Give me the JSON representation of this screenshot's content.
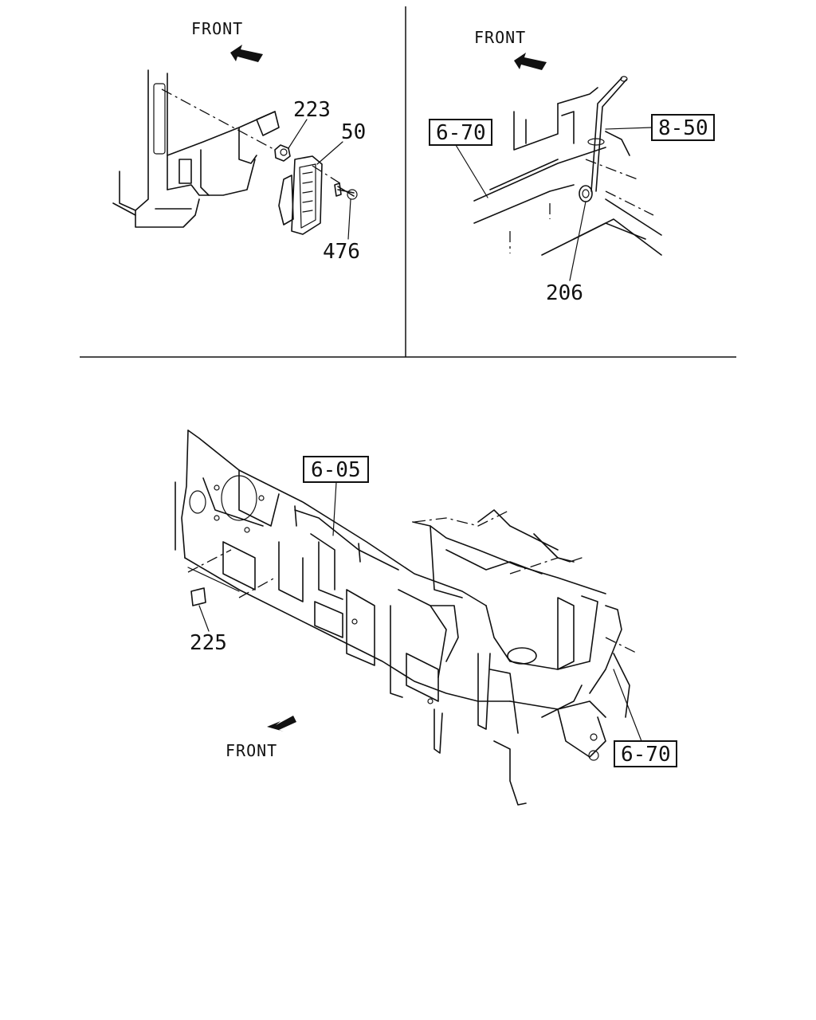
{
  "panels": {
    "top_left": {
      "front_label": "FRONT",
      "callouts": [
        "223",
        "50",
        "476"
      ]
    },
    "top_right": {
      "front_label": "FRONT",
      "refs": [
        "6-70",
        "8-50"
      ],
      "callouts": [
        "206"
      ]
    },
    "bottom": {
      "front_label": "FRONT",
      "refs": [
        "6-05",
        "6-70"
      ],
      "callouts": [
        "225"
      ]
    }
  }
}
